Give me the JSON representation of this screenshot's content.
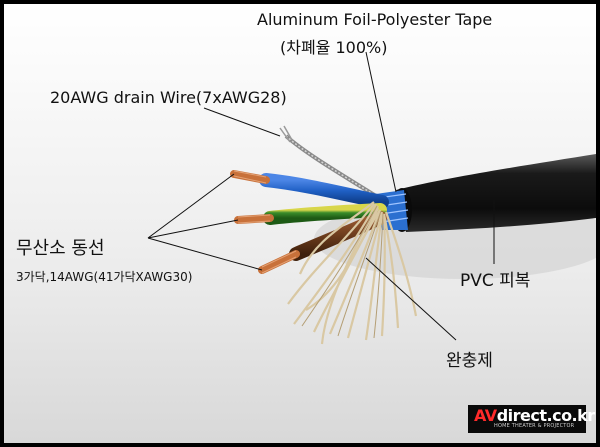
{
  "labels": {
    "tape_line1": "Aluminum Foil-Polyester Tape",
    "tape_line2": "(차폐율 100%)",
    "drain_wire": "20AWG drain Wire(7xAWG28)",
    "conductor_title": "무산소 동선",
    "conductor_spec": "3가닥,14AWG(41가닥XAWG30)",
    "pvc_jacket": "PVC 피복",
    "filler": "완충제"
  },
  "logo": {
    "brand_av": "AV",
    "brand_rest": "direct.co.kr",
    "tagline": "HOME THEATER & PROJECTOR"
  },
  "colors": {
    "frame": "#000000",
    "jacket": "#161616",
    "wire_blue": "#1f5fc4",
    "wire_green": "#3a8c2a",
    "wire_brown": "#6a3b1c",
    "copper": "#c8713a",
    "foil": "#2b6fd0",
    "filler": "#d9c8a3",
    "logo_accent": "#ff2a2a"
  }
}
